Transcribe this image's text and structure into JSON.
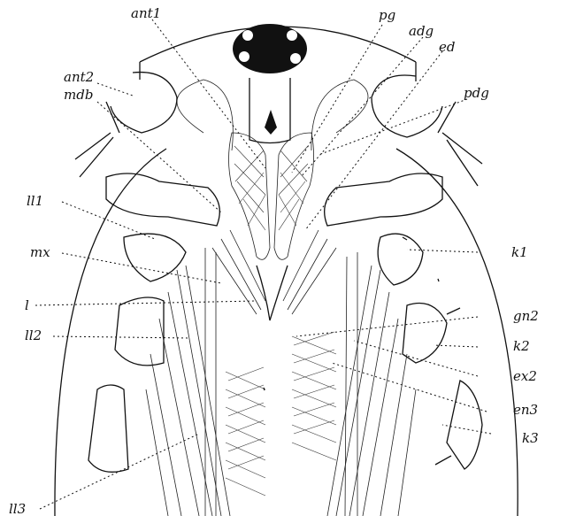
{
  "figure": {
    "labels": {
      "ant1": "ant1",
      "pg": "pg",
      "adg": "adg",
      "ed": "ed",
      "pdg": "pdg",
      "ant2": "ant2",
      "mdb": "mdb",
      "ll1": "ll1",
      "mx": "mx",
      "l": "l",
      "ll2": "ll2",
      "ll3": "ll3",
      "k1": "k1",
      "gn2": "gn2",
      "k2": "k2",
      "ex2": "ex2",
      "en3": "en3",
      "k3": "k3"
    }
  }
}
